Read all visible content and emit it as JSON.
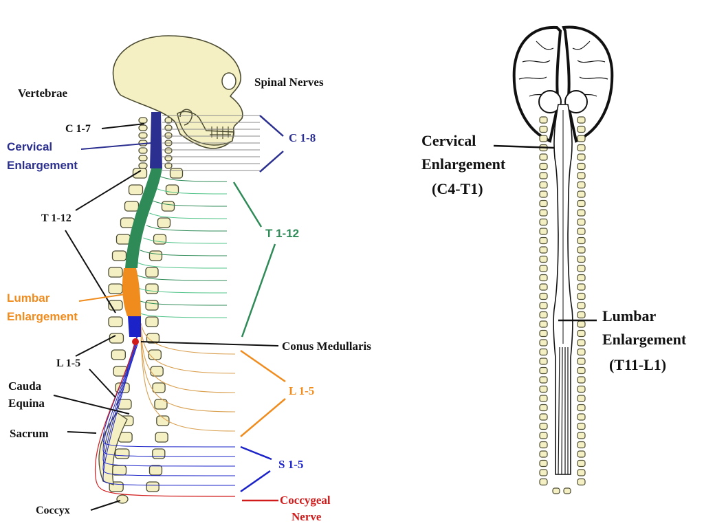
{
  "colors": {
    "bone": "#f4f0c4",
    "bone_stroke": "#4a4a30",
    "cervical": "#2b2f8f",
    "thoracic": "#2e8b57",
    "thoracic_light": "#52c48a",
    "lumbar": "#f08c1e",
    "sacral": "#1a22c8",
    "coccygeal": "#d11a1a",
    "black": "#111111",
    "nerve_gray": "#8a8a8a"
  },
  "left": {
    "vertebrae": "Vertebrae",
    "spinal_nerves": "Spinal Nerves",
    "c17": "C 1-7",
    "cervical_enl_1": "Cervical",
    "cervical_enl_2": "Enlargement",
    "t112_left": "T 1-12",
    "lumbar_enl_1": "Lumbar",
    "lumbar_enl_2": "Enlargement",
    "l15_left": "L 1-5",
    "cauda_1": "Cauda",
    "cauda_2": "Equina",
    "sacrum": "Sacrum",
    "coccyx": "Coccyx",
    "c18": "C 1-8",
    "t112_right": "T 1-12",
    "conus": "Conus Medullaris",
    "l15_right": "L 1-5",
    "s15": "S 1-5",
    "coccygeal_1": "Coccygeal",
    "coccygeal_2": "Nerve"
  },
  "right": {
    "cervical_1": "Cervical",
    "cervical_2": "Enlargement",
    "cervical_3": "(C4-T1)",
    "lumbar_1": "Lumbar",
    "lumbar_2": "Enlargement",
    "lumbar_3": "(T11-L1)"
  }
}
